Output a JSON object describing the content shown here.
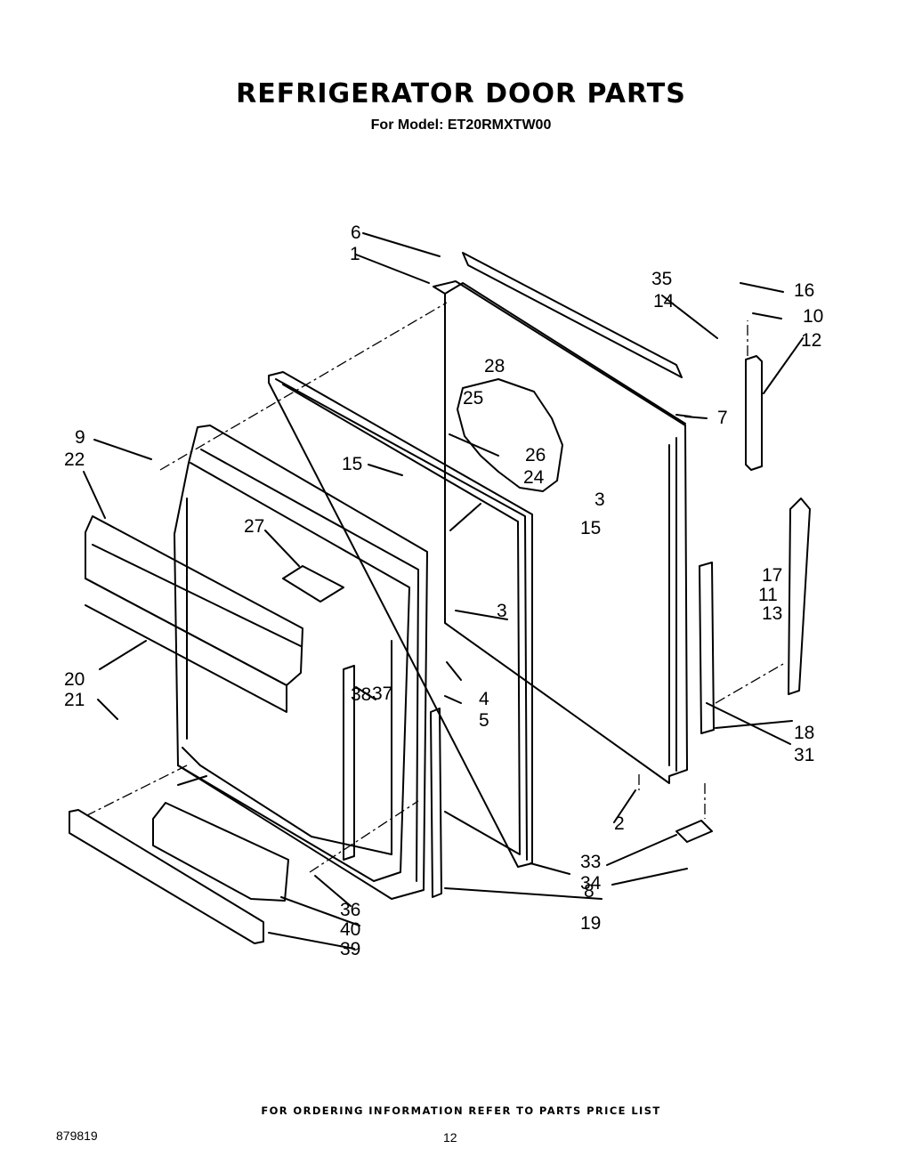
{
  "title": "REFRIGERATOR DOOR PARTS",
  "subtitle": "For Model: ET20RMXTW00",
  "ordering_note": "FOR ORDERING INFORMATION REFER TO PARTS PRICE LIST",
  "document_number": "879819",
  "page_number": "12",
  "part_callouts": [
    "1",
    "2",
    "3",
    "3",
    "4",
    "5",
    "6",
    "7",
    "8",
    "9",
    "10",
    "11",
    "12",
    "13",
    "14",
    "15",
    "15",
    "16",
    "17",
    "18",
    "19",
    "20",
    "21",
    "22",
    "24",
    "25",
    "26",
    "27",
    "28",
    "31",
    "33",
    "34",
    "35",
    "36",
    "37",
    "38",
    "39",
    "40"
  ]
}
